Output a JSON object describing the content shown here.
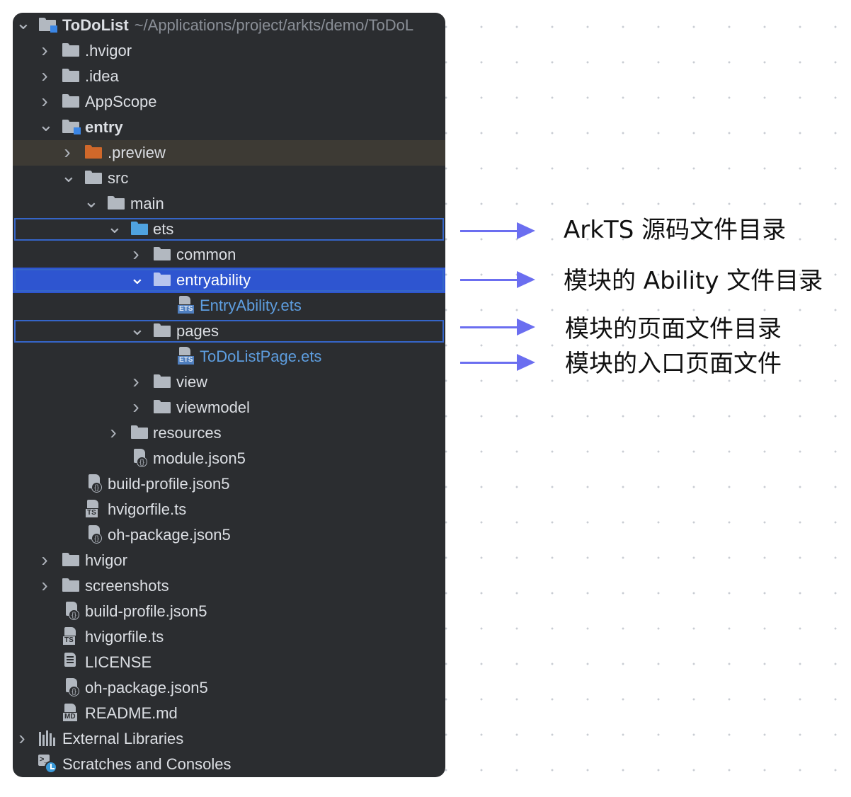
{
  "project": {
    "name": "ToDoList",
    "path": "~/Applications/project/arkts/demo/ToDoL"
  },
  "tree": {
    "hvigor_dir": ".hvigor",
    "idea": ".idea",
    "appscope": "AppScope",
    "entry": "entry",
    "preview": ".preview",
    "src": "src",
    "main": "main",
    "ets": "ets",
    "common": "common",
    "entryability": "entryability",
    "entry_ability_file": "EntryAbility.ets",
    "pages": "pages",
    "todo_page_file": "ToDoListPage.ets",
    "view": "view",
    "viewmodel": "viewmodel",
    "resources": "resources",
    "module_json": "module.json5",
    "entry_build_profile": "build-profile.json5",
    "entry_hvigorfile": "hvigorfile.ts",
    "entry_oh_package": "oh-package.json5",
    "hvigor": "hvigor",
    "screenshots": "screenshots",
    "root_build_profile": "build-profile.json5",
    "root_hvigorfile": "hvigorfile.ts",
    "license": "LICENSE",
    "root_oh_package": "oh-package.json5",
    "readme": "README.md",
    "external_libraries": "External Libraries",
    "scratches": "Scratches and Consoles"
  },
  "icon_tags": {
    "ets": "ETS",
    "ts": "TS",
    "md": "MD",
    "json": "{}",
    "terminal": ">_"
  },
  "annotations": {
    "ets_dir": "ArkTS 源码文件目录",
    "ability_dir": "模块的 Ability 文件目录",
    "pages_dir": "模块的页面文件目录",
    "entry_page": "模块的入口页面文件"
  },
  "colors": {
    "panel_bg": "#2b2d30",
    "selection": "#2e55d0",
    "highlight_box": "#3565c8",
    "arrow": "#6b6ef0",
    "ets_file_text": "#5e9ee0",
    "preview_folder": "#d0682a"
  }
}
